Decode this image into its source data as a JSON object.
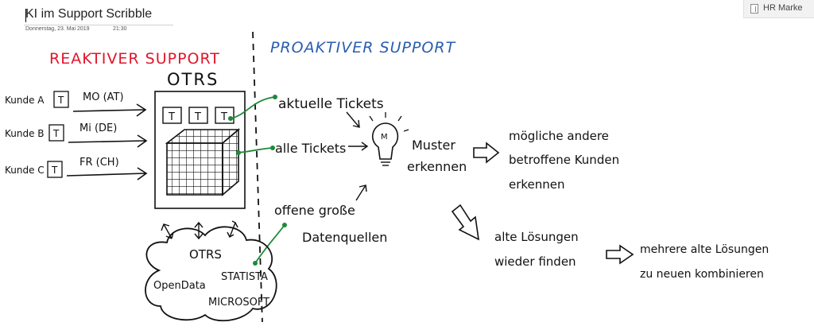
{
  "page": {
    "title": "KI im Support Scribble",
    "date": "Donnerstag, 23. Mai 2019",
    "time": "21:30"
  },
  "tab": {
    "label": "HR Marke"
  },
  "sketch": {
    "reactive_heading": "REAKTIVER SUPPORT",
    "proactive_heading": "PROAKTIVER SUPPORT",
    "otrs_label": "OTRS",
    "customer_a": "Kunde A",
    "customer_b": "Kunde B",
    "customer_c": "Kunde C",
    "ticket_glyph": "T",
    "channel_a": "MO (AT)",
    "channel_b": "Mi (DE)",
    "channel_c": "FR (CH)",
    "current_tickets": "aktuelle Tickets",
    "old_tickets": "alle Tickets",
    "open_sources_line1": "offene große",
    "open_sources_line2": "Datenquellen",
    "patterns_line1": "Muster",
    "patterns_line2": "erkennen",
    "affected_line1": "mögliche andere",
    "affected_line2": "betroffene Kunden",
    "affected_line3": "erkennen",
    "solutions_line1": "alte Lösungen",
    "solutions_line2": "wieder finden",
    "combine_line1": "mehrere alte Lösungen",
    "combine_line2": "zu neuen kombinieren",
    "cloud_otrs": "OTRS",
    "cloud_statista": "STATISTA",
    "cloud_opendata": "OpenData",
    "cloud_microsoft": "MICROSOFT",
    "bulb_glyph": "M"
  },
  "colors": {
    "ink": "#111111",
    "red": "#e0162b",
    "blue": "#2a5db0",
    "green": "#1e8a3a"
  }
}
